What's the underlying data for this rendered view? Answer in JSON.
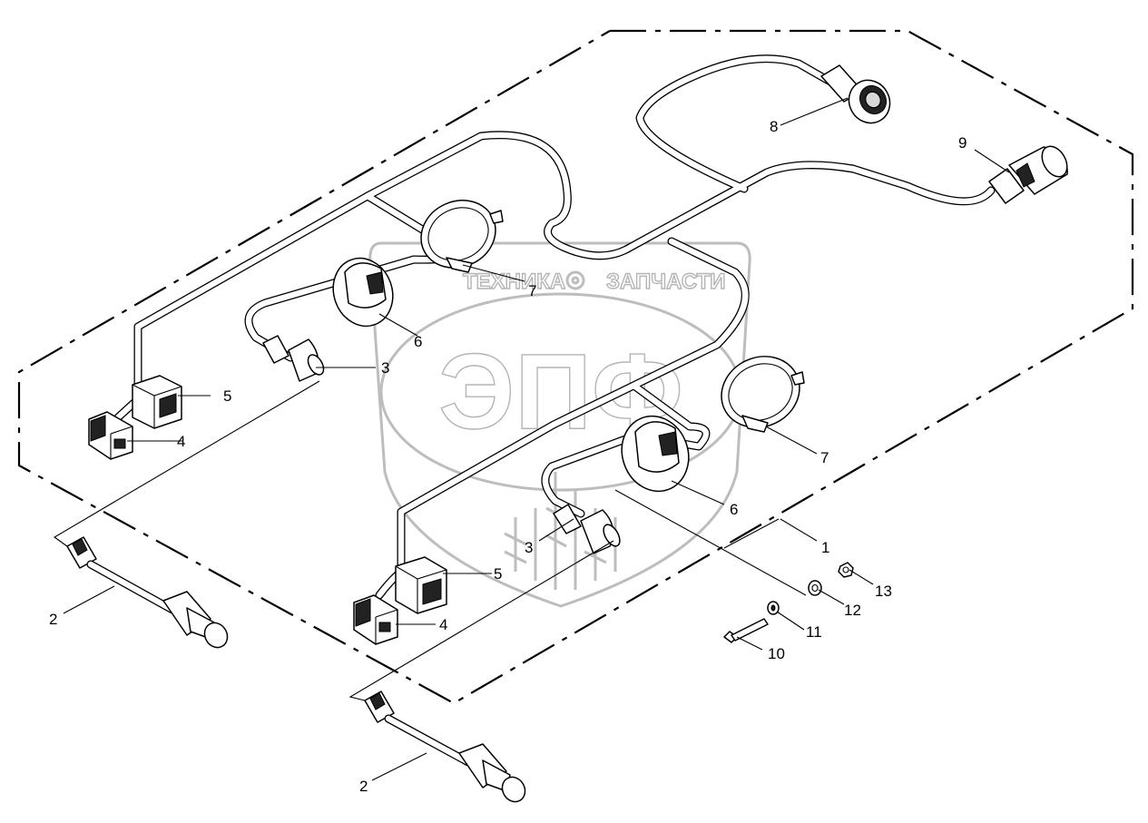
{
  "watermark": {
    "left_word": "ТЕХНИКА",
    "right_word": "ЗАПЧАСТИ",
    "logo_letters": "ЭПФ"
  },
  "callouts": [
    {
      "id": "c1",
      "label": "1"
    },
    {
      "id": "c2a",
      "label": "2"
    },
    {
      "id": "c2b",
      "label": "2"
    },
    {
      "id": "c3a",
      "label": "3"
    },
    {
      "id": "c3b",
      "label": "3"
    },
    {
      "id": "c4a",
      "label": "4"
    },
    {
      "id": "c4b",
      "label": "4"
    },
    {
      "id": "c5a",
      "label": "5"
    },
    {
      "id": "c5b",
      "label": "5"
    },
    {
      "id": "c6a",
      "label": "6"
    },
    {
      "id": "c6b",
      "label": "6"
    },
    {
      "id": "c7a",
      "label": "7"
    },
    {
      "id": "c7b",
      "label": "7"
    },
    {
      "id": "c8",
      "label": "8"
    },
    {
      "id": "c9",
      "label": "9"
    },
    {
      "id": "c10",
      "label": "10"
    },
    {
      "id": "c11",
      "label": "11"
    },
    {
      "id": "c12",
      "label": "12"
    },
    {
      "id": "c13",
      "label": "13"
    }
  ]
}
